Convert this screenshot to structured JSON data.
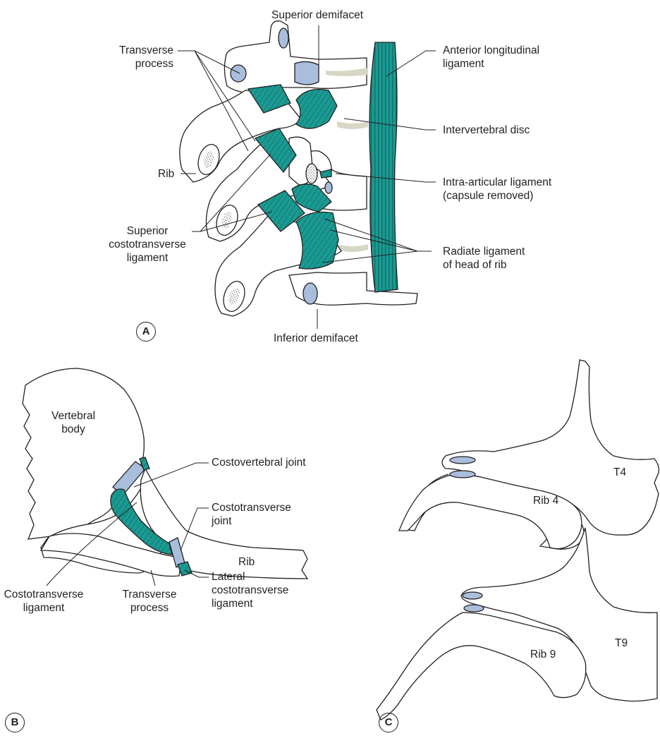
{
  "colors": {
    "ligament": "#1a9a92",
    "ligament_lines": "#0d5e59",
    "cartilage": "#a9bedc",
    "bone_fill": "#ffffff",
    "outline": "#231f20",
    "disc_shading": "#d8d6c4"
  },
  "panel_a": {
    "panel_letter": "A",
    "labels": {
      "superior_demifacet": "Superior demifacet",
      "transverse_process": "Transverse\nprocess",
      "anterior_longitudinal_ligament": "Anterior longitudinal\nligament",
      "intervertebral_disc": "Intervertebral disc",
      "rib": "Rib",
      "intra_articular_ligament": "Intra-articular ligament\n(capsule removed)",
      "superior_costotransverse_ligament": "Superior\ncostotransverse\nligament",
      "radiate_ligament": "Radiate ligament\nof head of rib",
      "inferior_demifacet": "Inferior demifacet"
    }
  },
  "panel_b": {
    "panel_letter": "B",
    "labels": {
      "vertebral_body": "Vertebral\nbody",
      "costovertebral_joint": "Costovertebral joint",
      "costotransverse_joint": "Costotransverse\njoint",
      "rib": "Rib",
      "costotransverse_ligament": "Costotransverse\nligament",
      "transverse_process": "Transverse\nprocess",
      "lateral_costotransverse_ligament": "Lateral\ncostotransverse\nligament"
    }
  },
  "panel_c": {
    "panel_letter": "C",
    "labels": {
      "t4": "T4",
      "rib_4": "Rib 4",
      "t9": "T9",
      "rib_9": "Rib 9"
    }
  }
}
